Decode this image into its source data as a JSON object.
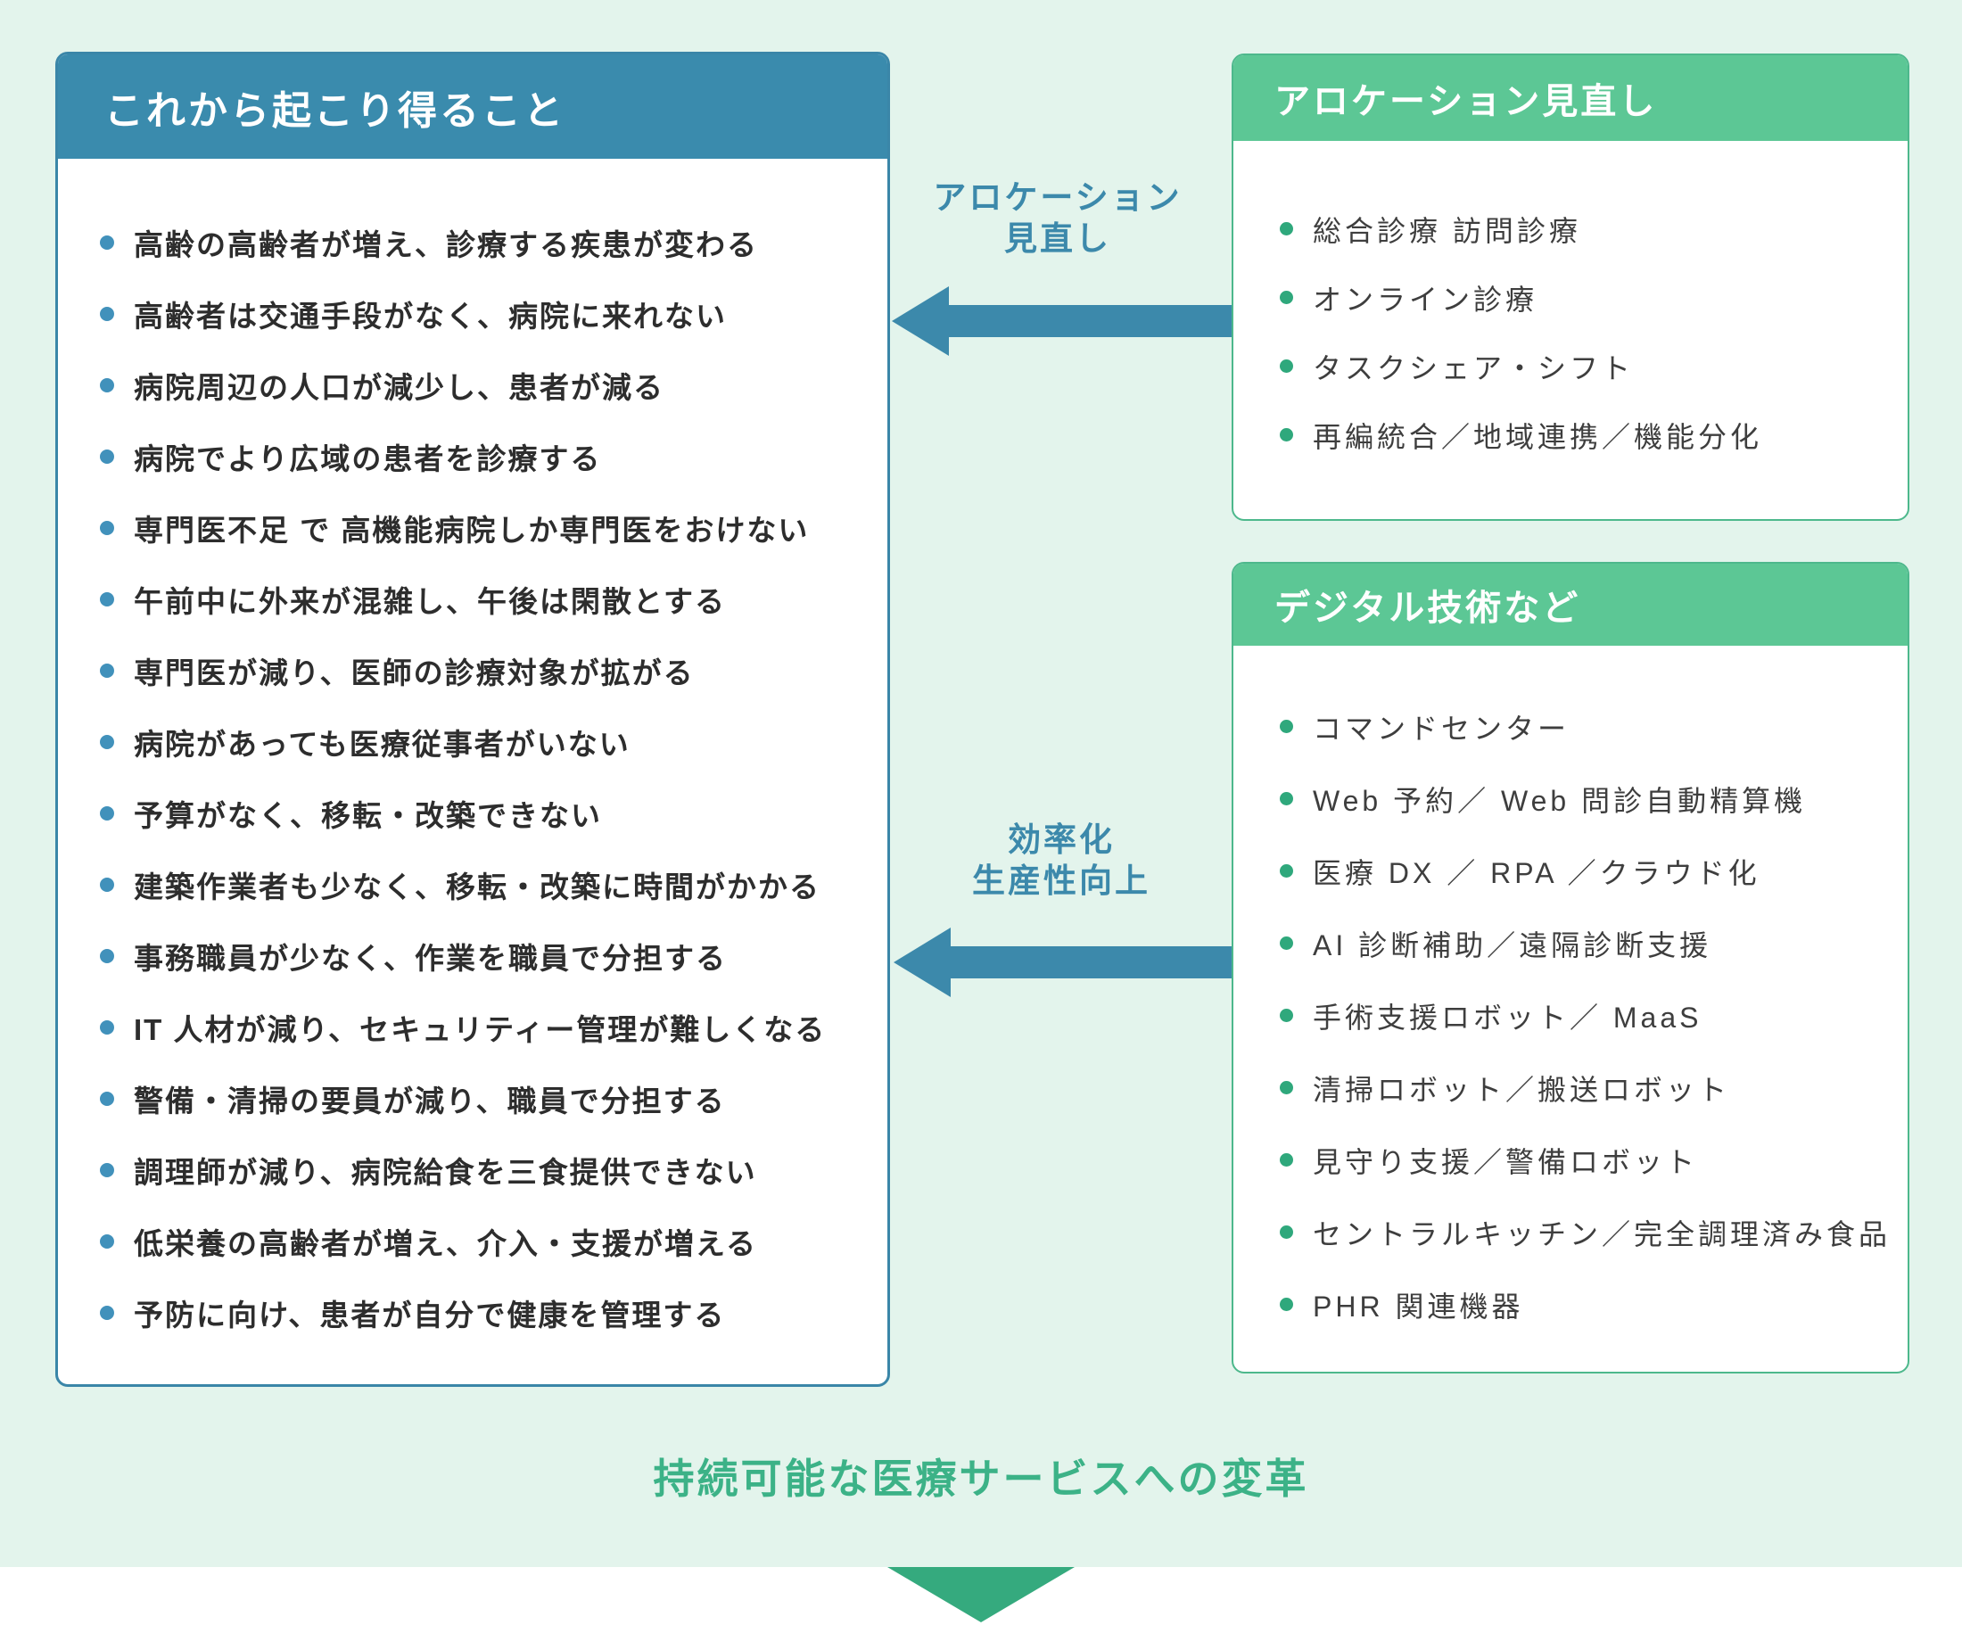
{
  "diagram": {
    "left_panel": {
      "title": "これから起こり得ること",
      "items": [
        "高齢の高齢者が増え、診療する疾患が変わる",
        "高齢者は交通手段がなく、病院に来れない",
        "病院周辺の人口が減少し、患者が減る",
        "病院でより広域の患者を診療する",
        "専門医不足 で 高機能病院しか専門医をおけない",
        "午前中に外来が混雑し、午後は閑散とする",
        "専門医が減り、医師の診療対象が拡がる",
        "病院があっても医療従事者がいない",
        "予算がなく、移転・改築できない",
        "建築作業者も少なく、移転・改築に時間がかかる",
        "事務職員が少なく、作業を職員で分担する",
        "IT 人材が減り、セキュリティー管理が難しくなる",
        "警備・清掃の要員が減り、職員で分担する",
        "調理師が減り、病院給食を三食提供できない",
        "低栄養の高齢者が増え、介入・支援が増える",
        "予防に向け、患者が自分で健康を管理する"
      ]
    },
    "flows": [
      {
        "label": [
          "アロケーション",
          "見直し"
        ]
      },
      {
        "label": [
          "効率化",
          "生産性向上"
        ]
      }
    ],
    "right_panels": [
      {
        "title": "アロケーション見直し",
        "items": [
          "総合診療 訪問診療",
          "オンライン診療",
          "タスクシェア・シフト",
          "再編統合／地域連携／機能分化"
        ]
      },
      {
        "title": "デジタル技術など",
        "items": [
          "コマンドセンター",
          "Web 予約／ Web 問診自動精算機",
          "医療 DX ／ RPA ／クラウド化",
          "AI 診断補助／遠隔診断支援",
          "手術支援ロボット／ MaaS",
          "清掃ロボット／搬送ロボット",
          "見守り支援／警備ロボット",
          "セントラルキッチン／完全調理済み食品",
          "PHR 関連機器"
        ]
      }
    ],
    "caption": "持続可能な医療サービスへの変革"
  },
  "colors": {
    "page_background": "#e3f4ec",
    "left_header_blue": "#3a8bad",
    "left_border_blue": "#3a86a8",
    "left_dot_blue": "#4191bb",
    "arrow_blue": "#3c89ab",
    "right_header_green": "#5cc795",
    "right_border_green": "#4db88c",
    "right_dot_green": "#2fa87c",
    "triangle_green": "#35aa7e",
    "caption_green": "#3cb287",
    "body_text": "#2d2d2d"
  }
}
